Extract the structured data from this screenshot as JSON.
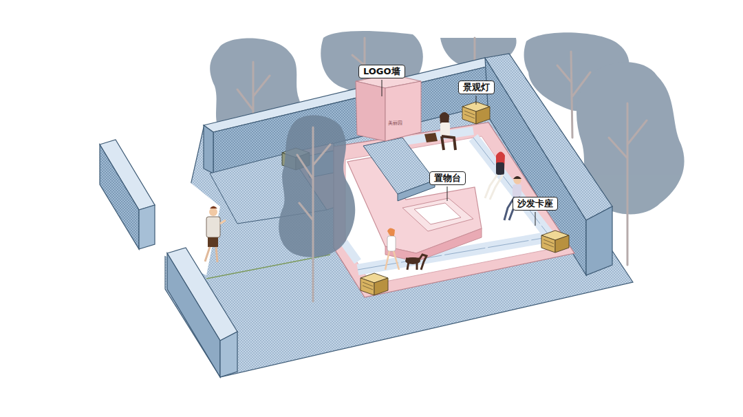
{
  "diagram": {
    "nodes": [
      {
        "text": [
          "LOGO墙"
        ]
      },
      {
        "text": [
          "景观灯"
        ]
      },
      {
        "text": [
          "置物台"
        ]
      },
      {
        "text": [
          "沙发卡座"
        ]
      }
    ],
    "labels": [
      "美丽园"
    ]
  }
}
